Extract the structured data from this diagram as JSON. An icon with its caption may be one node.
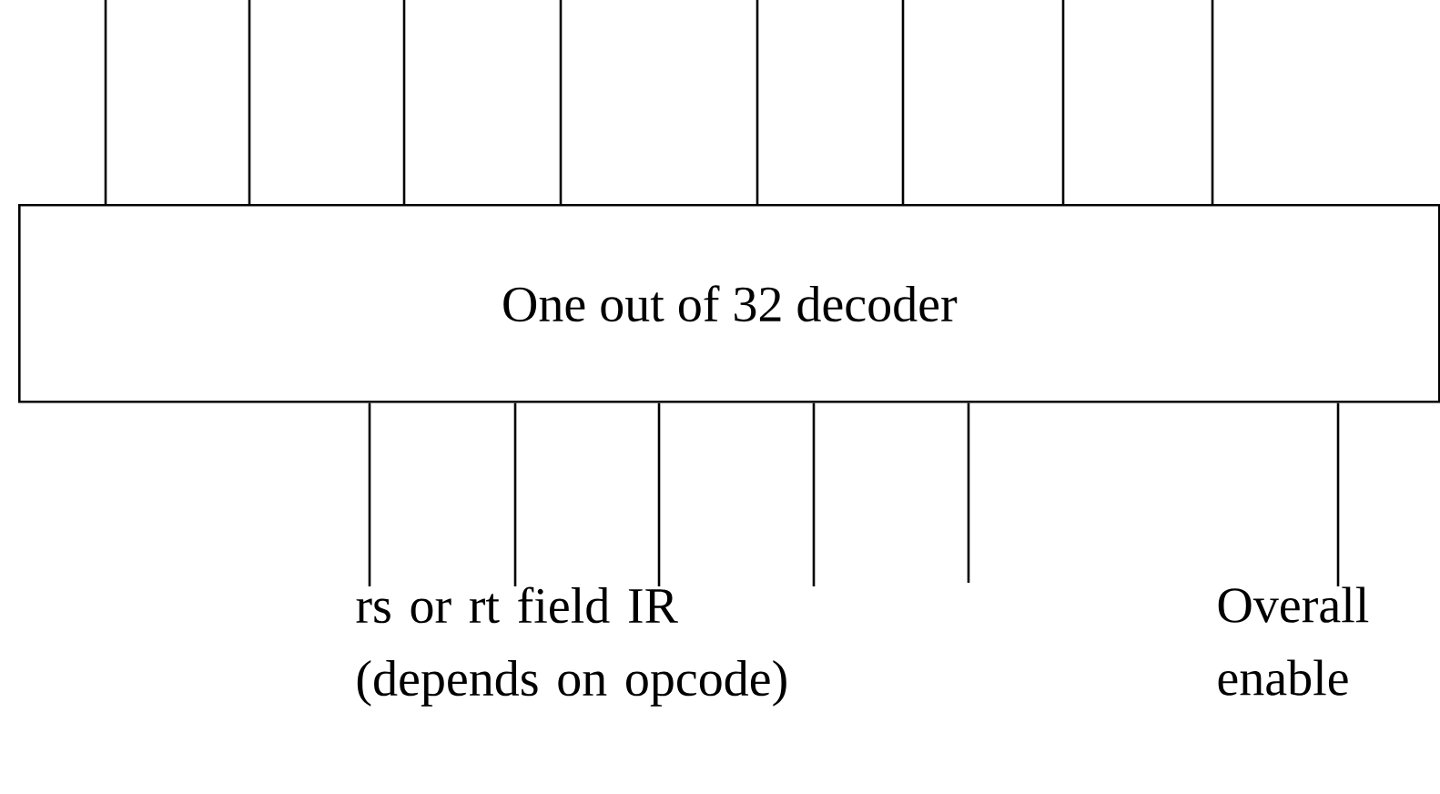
{
  "diagram": {
    "nodes": [
      {
        "text": [
          "One out of 32 decoder"
        ]
      },
      {
        "text": [
          "rs or rt field IR (depends on opcode)"
        ]
      },
      {
        "text": [
          "Overall enable"
        ]
      }
    ],
    "edges": [
      {
        "from": 0,
        "to": null,
        "arrow": "none"
      },
      {
        "from": 0,
        "to": null,
        "arrow": "none"
      },
      {
        "from": 0,
        "to": null,
        "arrow": "none"
      },
      {
        "from": 0,
        "to": null,
        "arrow": "none"
      },
      {
        "from": 0,
        "to": null,
        "arrow": "none"
      },
      {
        "from": 0,
        "to": null,
        "arrow": "none"
      },
      {
        "from": 0,
        "to": null,
        "arrow": "none"
      },
      {
        "from": 0,
        "to": null,
        "arrow": "none"
      },
      {
        "from": 1,
        "to": 0,
        "arrow": "none"
      },
      {
        "from": 1,
        "to": 0,
        "arrow": "none"
      },
      {
        "from": 1,
        "to": 0,
        "arrow": "none"
      },
      {
        "from": 1,
        "to": 0,
        "arrow": "none"
      },
      {
        "from": null,
        "to": 0,
        "arrow": "none"
      },
      {
        "from": 2,
        "to": 0,
        "arrow": "none"
      }
    ]
  }
}
